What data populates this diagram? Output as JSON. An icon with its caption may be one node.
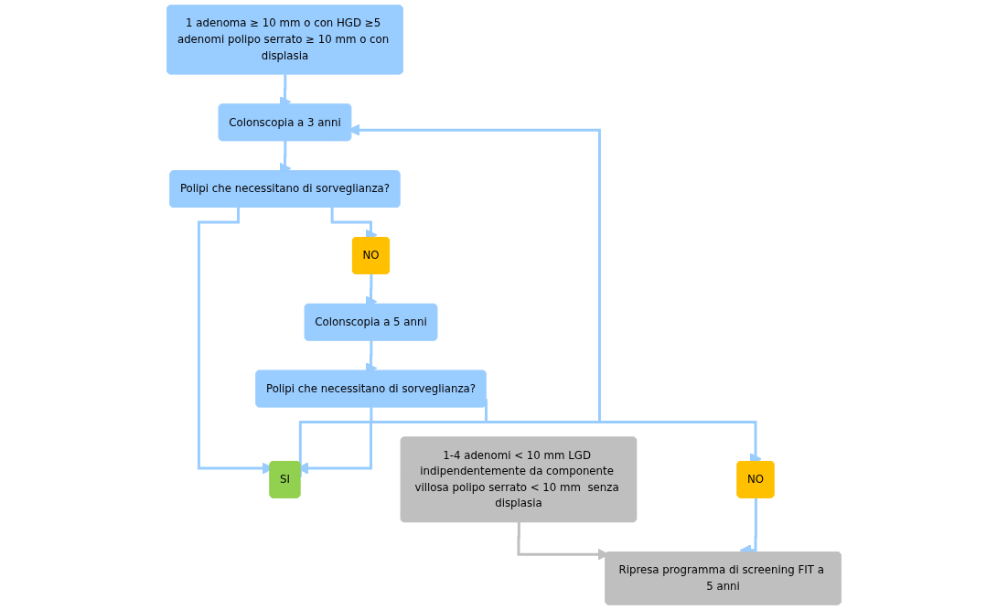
{
  "diagram": {
    "nodes": [
      {
        "text": [
          "1-4 adenomi < 10 mm LGD indipendentemente da componente villosa polipo serrato < 10 mm  senza displasia"
        ]
      },
      {
        "text": [
          "Ripresa programma di screening FIT a 5 anni"
        ]
      },
      {
        "text": [
          "1 adenoma ≥ 10 mm o con HGD ≥5 adenomi polipo serrato ≥ 10 mm o con displasia"
        ]
      },
      {
        "text": [
          "Colonscopia a 3 anni"
        ]
      },
      {
        "text": [
          "Polipi che necessitano di sorveglianza?"
        ]
      },
      {
        "text": [
          "SI"
        ]
      },
      {
        "text": [
          "NO"
        ]
      },
      {
        "text": [
          "Colonscopia a 5 anni"
        ]
      },
      {
        "text": [
          "Polipi che necessitano di sorveglianza?"
        ]
      },
      {
        "text": [
          "NO"
        ]
      }
    ],
    "edges": [
      {
        "from": 0,
        "to": 1,
        "arrow": "to",
        "color": "#bfbfbf"
      },
      {
        "from": 2,
        "to": 3,
        "arrow": "to"
      },
      {
        "from": 3,
        "to": 4,
        "arrow": "to"
      },
      {
        "from": 4,
        "to": 5,
        "arrow": "to"
      },
      {
        "from": 4,
        "to": 6,
        "arrow": "to"
      },
      {
        "from": 6,
        "to": 7,
        "arrow": "to"
      },
      {
        "from": 7,
        "to": 8,
        "arrow": "to"
      },
      {
        "from": 8,
        "to": 5,
        "arrow": "to"
      },
      {
        "from": 5,
        "to": 3,
        "arrow": "to"
      },
      {
        "from": 8,
        "to": 9,
        "arrow": "to"
      },
      {
        "from": 9,
        "to": 1,
        "arrow": "to"
      }
    ]
  }
}
